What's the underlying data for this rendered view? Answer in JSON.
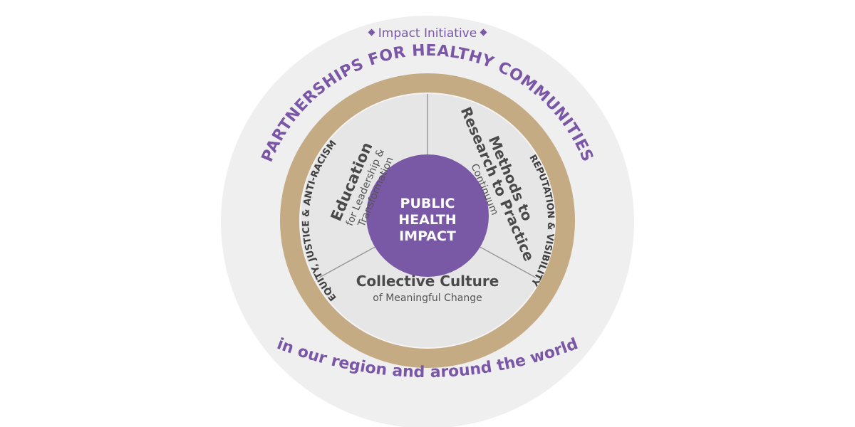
{
  "diagram": {
    "top_label": "Impact Initiative",
    "title": "PARTNERSHIPS FOR HEALTHY COMMUNITIES",
    "bottom_label": "in our region and around the world",
    "ring_left": "EQUITY, JUSTICE & ANTI-RACISM",
    "ring_right": "REPUTATION & VISIBILITY",
    "segments": [
      {
        "title": "Education",
        "subtitle_lines": [
          "for Leadership &",
          "Transformation"
        ]
      },
      {
        "title_lines": [
          "Methods to",
          "Research to Practice"
        ],
        "subtitle": "Continuum"
      },
      {
        "title": "Collective Culture",
        "subtitle": "of Meaningful Change"
      }
    ],
    "center_lines": [
      "PUBLIC",
      "HEALTH",
      "IMPACT"
    ]
  },
  "colors": {
    "outer_circle": "#efefef",
    "gold_ring": "#c4ab84",
    "inner_disc": "#e6e6e6",
    "center_circle": "#7958a6",
    "purple_text": "#7a56a6",
    "divider": "#9a9a9a"
  }
}
